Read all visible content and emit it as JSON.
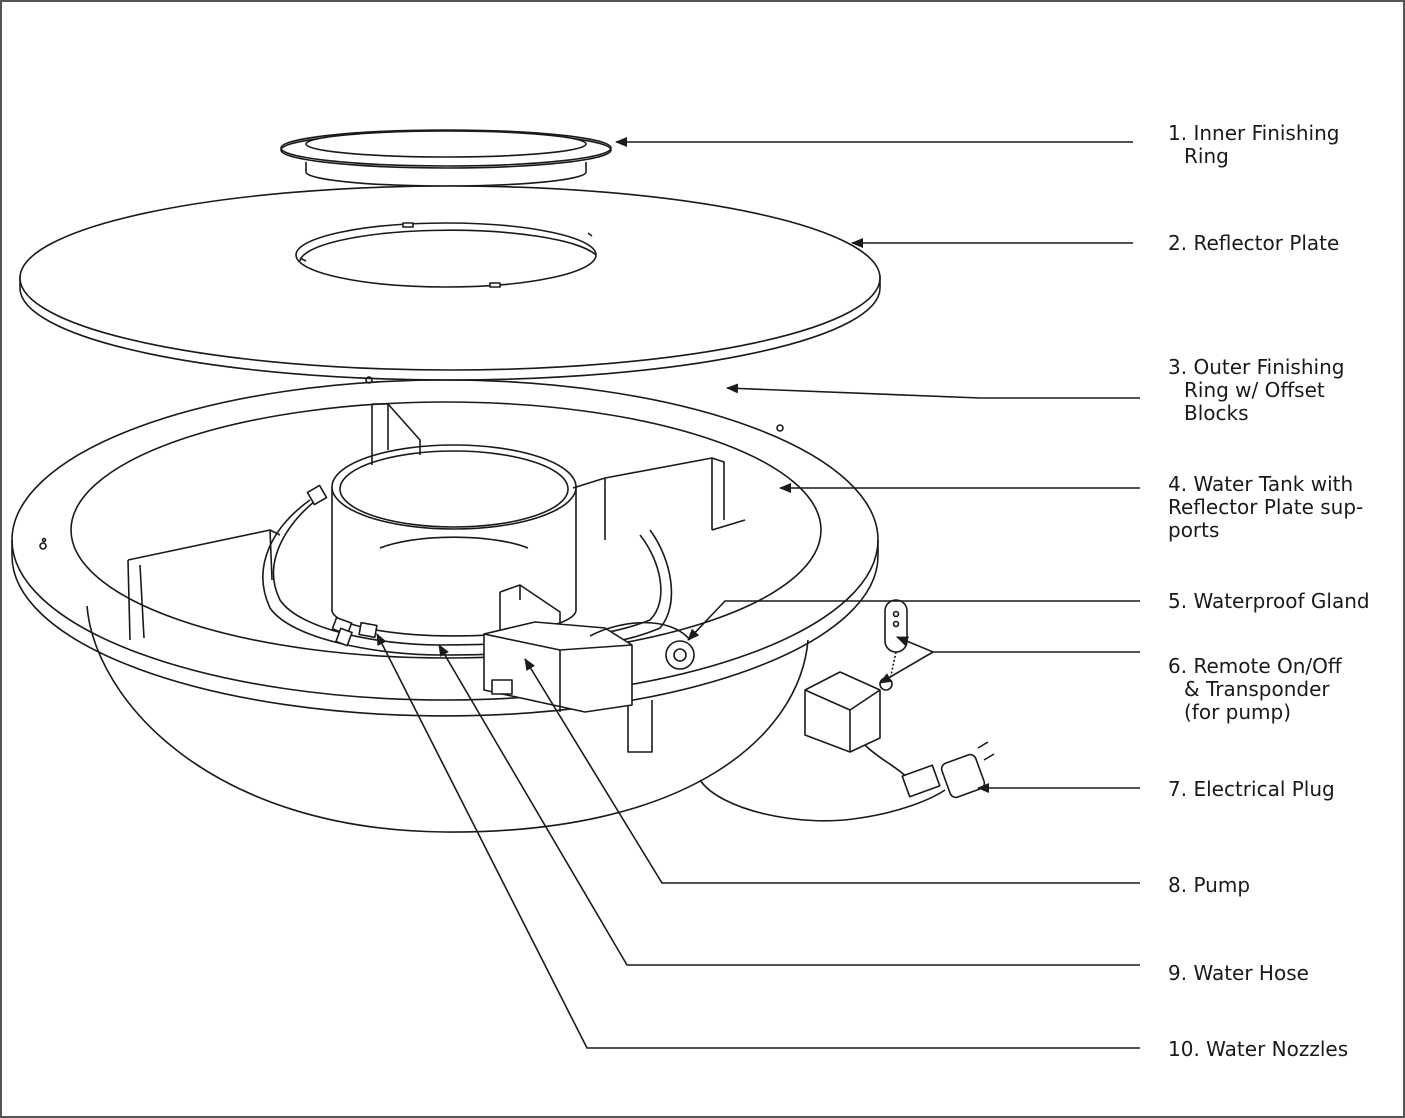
{
  "parts": [
    {
      "num": "1.",
      "lines": [
        "Inner Finishing",
        "Ring"
      ]
    },
    {
      "num": "2.",
      "lines": [
        "Reflector Plate"
      ]
    },
    {
      "num": "3.",
      "lines": [
        "Outer Finishing",
        "Ring w/ Offset",
        "Blocks"
      ]
    },
    {
      "num": "4.",
      "lines": [
        "Water Tank with",
        "Reflector Plate sup-",
        "ports"
      ]
    },
    {
      "num": "5.",
      "lines": [
        "Waterproof Gland"
      ]
    },
    {
      "num": "6.",
      "lines": [
        "Remote On/Off",
        "& Transponder",
        "(for pump)"
      ]
    },
    {
      "num": "7.",
      "lines": [
        "Electrical Plug"
      ]
    },
    {
      "num": "8.",
      "lines": [
        "Pump"
      ]
    },
    {
      "num": "9.",
      "lines": [
        "Water Hose"
      ]
    },
    {
      "num": "10.",
      "lines": [
        "Water Nozzles"
      ]
    }
  ],
  "colors": {
    "line": "#1a1a1a",
    "paper": "#ffffff"
  }
}
